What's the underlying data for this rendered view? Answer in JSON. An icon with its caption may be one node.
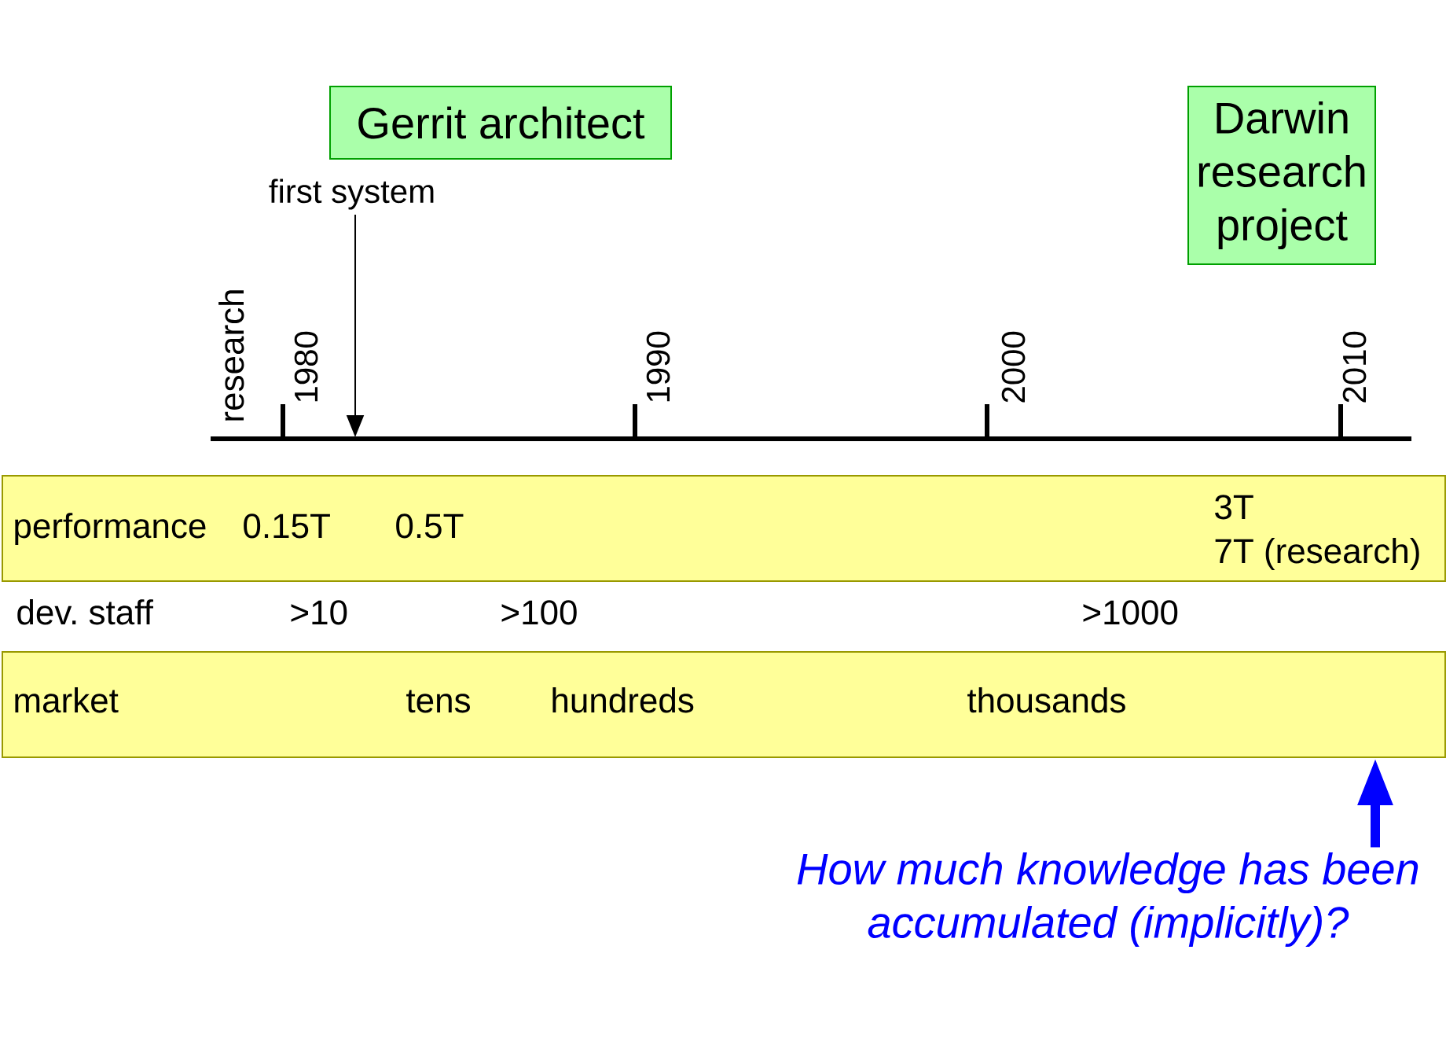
{
  "diagram": {
    "nodes": [
      {
        "text": [
          "Gerrit architect"
        ]
      },
      {
        "text": [
          "Darwin research project"
        ]
      },
      {
        "text": [
          "first system"
        ]
      },
      {
        "text": [
          "performance",
          "0.15T",
          "0.5T",
          "3T",
          "7T (research)"
        ]
      },
      {
        "text": [
          "market",
          "tens",
          "hundreds",
          "thousands"
        ]
      },
      {
        "text": [
          "How much knowledge has been accumulated (implicitly)?"
        ]
      }
    ],
    "edges": [
      {
        "from": 2,
        "to": null,
        "arrow": "to"
      },
      {
        "from": 5,
        "to": 4,
        "arrow": "to",
        "style": "thick",
        "color": "#0000ff"
      }
    ],
    "labels": [
      "research",
      "1980",
      "1990",
      "2000",
      "2010",
      "dev. staff",
      ">10",
      ">100",
      ">1000"
    ]
  }
}
